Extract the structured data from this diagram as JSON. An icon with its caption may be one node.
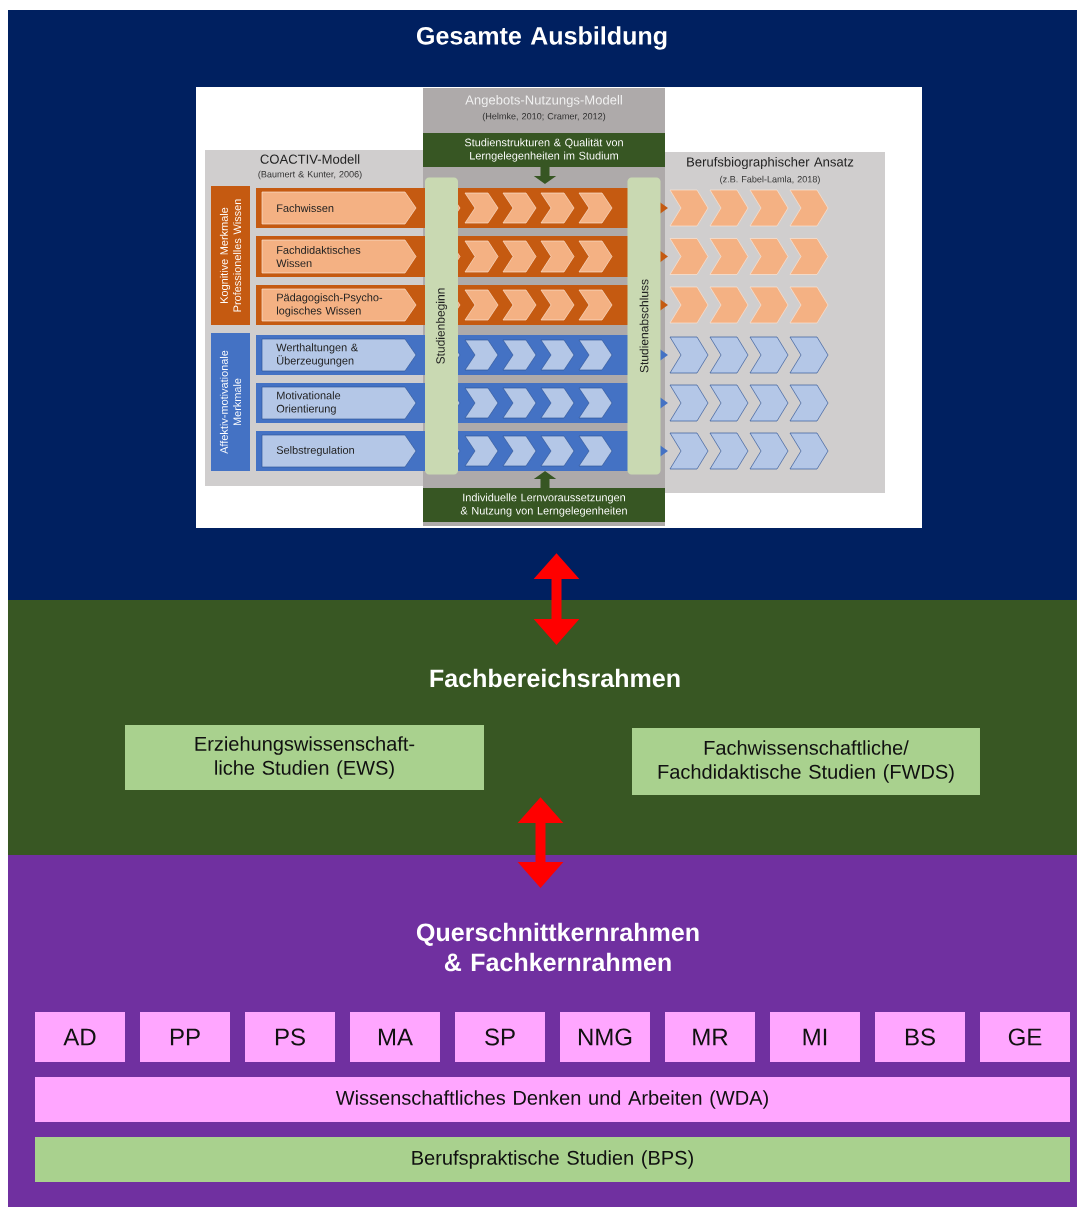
{
  "diagram": {
    "nodes": [
      {
        "text": [
          "Gesamte Ausbildung"
        ]
      },
      {
        "text": [
          "COACTIV-Modell",
          "(Baumert & Kunter, 2006)"
        ],
        "in": 0
      },
      {
        "text": [
          "Angebots-Nutzungs-Modell",
          "(Helmke, 2010; Cramer, 2012)"
        ],
        "in": 0
      },
      {
        "text": [
          "Berufsbiographischer Ansatz",
          "(z.B. Fabel-Lamla, 2018)"
        ],
        "in": 0
      },
      {
        "text": [
          "Studienstrukturen & Qualität von Lerngelegenheiten im Studium"
        ],
        "in": 2
      },
      {
        "text": [
          "Kognitive Merkmale Professionelles Wissen"
        ],
        "in": 1
      },
      {
        "text": [
          "Affektiv-motivationale Merkmale"
        ],
        "in": 1
      },
      {
        "text": [
          "Fachwissen"
        ],
        "in": 1
      },
      {
        "text": [
          "Fachdidaktisches Wissen"
        ],
        "in": 1
      },
      {
        "text": [
          "Pädagogisch-Psycho-logisches Wissen"
        ],
        "in": 1
      },
      {
        "text": [
          "Werthaltungen & Überzeugungen"
        ],
        "in": 1
      },
      {
        "text": [
          "Motivationale Orientierung"
        ],
        "in": 1
      },
      {
        "text": [
          "Selbstregulation"
        ],
        "in": 1
      },
      {
        "text": [
          "Studienbeginn"
        ],
        "in": 2
      },
      {
        "text": [
          "Studienabschluss"
        ],
        "in": 2
      },
      {
        "text": [
          "Individuelle Lernvoraussetzungen & Nutzung von Lerngelegenheiten"
        ],
        "in": 2
      },
      {
        "text": [
          "Fachbereichsrahmen"
        ]
      },
      {
        "text": [
          "Erziehungswissenschaft-liche Studien (EWS)"
        ],
        "in": 16
      },
      {
        "text": [
          "Fachwissenschaftliche/ Fachdidaktische Studien (FWDS)"
        ],
        "in": 16
      },
      {
        "text": [
          "Querschnittkernrahmen & Fachkernrahmen"
        ]
      },
      {
        "text": [
          "AD"
        ],
        "in": 19
      },
      {
        "text": [
          "PP"
        ],
        "in": 19
      },
      {
        "text": [
          "PS"
        ],
        "in": 19
      },
      {
        "text": [
          "MA"
        ],
        "in": 19
      },
      {
        "text": [
          "SP"
        ],
        "in": 19
      },
      {
        "text": [
          "NMG"
        ],
        "in": 19
      },
      {
        "text": [
          "MR"
        ],
        "in": 19
      },
      {
        "text": [
          "MI"
        ],
        "in": 19
      },
      {
        "text": [
          "BS"
        ],
        "in": 19
      },
      {
        "text": [
          "GE"
        ],
        "in": 19
      },
      {
        "text": [
          "Wissenschaftliches Denken und Arbeiten (WDA)"
        ],
        "in": 19
      },
      {
        "text": [
          "Berufspraktische Studien (BPS)"
        ],
        "in": 19
      }
    ],
    "edges": [
      {
        "from": 0,
        "to": 16,
        "arrow": "both",
        "color": "#ff0000"
      },
      {
        "from": 16,
        "to": 19,
        "arrow": "both",
        "color": "#ff0000"
      }
    ]
  }
}
